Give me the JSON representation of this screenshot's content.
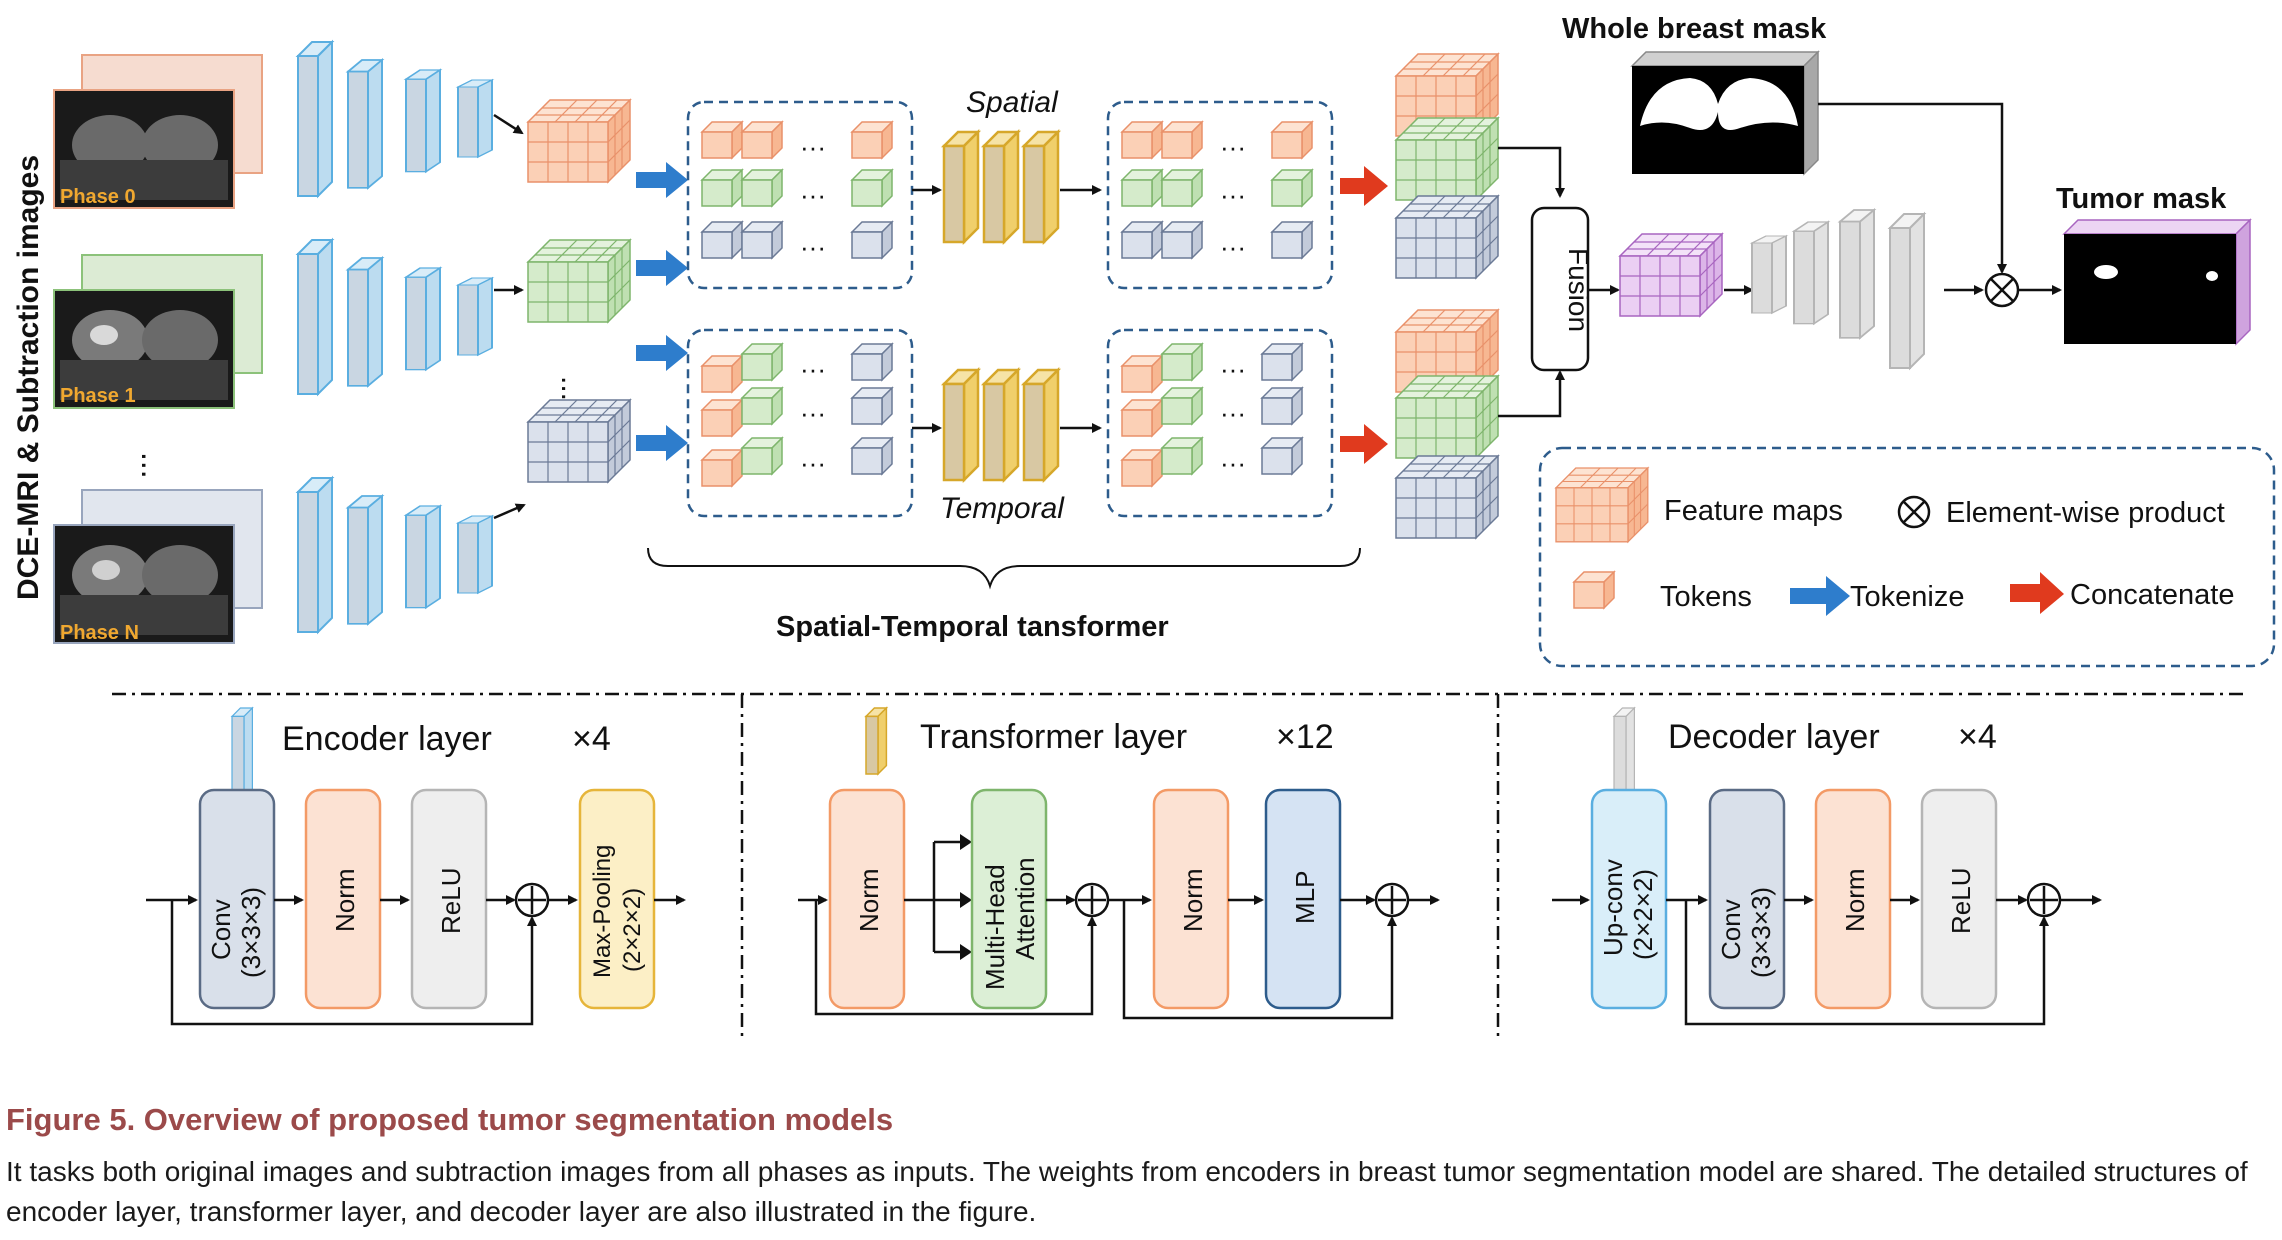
{
  "labels": {
    "side_title": "DCE-MRI & Subtraction images",
    "phase0": "Phase 0",
    "phase1": "Phase 1",
    "phaseN": "Phase N",
    "spatial": "Spatial",
    "temporal": "Temporal",
    "st_transformer": "Spatial-Temporal tansformer",
    "fusion": "Fusion",
    "whole_breast_mask": "Whole breast mask",
    "tumor_mask": "Tumor mask"
  },
  "legend": {
    "feature_maps": "Feature maps",
    "element_wise": "Element-wise product",
    "tokens": "Tokens",
    "tokenize": "Tokenize",
    "concatenate": "Concatenate"
  },
  "encoder": {
    "title": "Encoder layer",
    "repeat": "×4",
    "conv": "Conv",
    "conv_size": "(3×3×3)",
    "norm": "Norm",
    "relu": "ReLU",
    "pool": "Max-Pooling",
    "pool_size": "(2×2×2)"
  },
  "transformer": {
    "title": "Transformer layer",
    "repeat": "×12",
    "norm1": "Norm",
    "mha": "Multi-Head",
    "mha2": "Attention",
    "norm2": "Norm",
    "mlp": "MLP"
  },
  "decoder": {
    "title": "Decoder layer",
    "repeat": "×4",
    "upconv": "Up-conv",
    "upconv_size": "(2×2×2)",
    "conv": "Conv",
    "conv_size": "(3×3×3)",
    "norm": "Norm",
    "relu": "ReLU"
  },
  "caption": {
    "title": "Figure 5.  Overview of proposed tumor segmentation models",
    "body": "It tasks both original images and subtraction images from all phases as inputs. The weights from encoders in breast tumor segmentation model are shared. The detailed structures of encoder layer, transformer layer, and decoder layer are also illustrated in the figure."
  },
  "colors": {
    "orange": "#f6a47b",
    "green": "#98c788",
    "gray_blue": "#8d9cb7",
    "blue_encoder": "#5aaee0",
    "yellow_transformer": "#d6a72a",
    "purple": "#b57bc9",
    "dashed_blue": "#2d5c8c",
    "arrow_blue": "#2e7dcc",
    "arrow_red": "#e03a1e",
    "caption_red": "#9b4a4a"
  },
  "icons": {
    "tokenize": "blue-arrow-icon",
    "concatenate": "red-arrow-icon",
    "element_wise": "circled-times-icon",
    "residual_add": "circled-plus-icon"
  }
}
